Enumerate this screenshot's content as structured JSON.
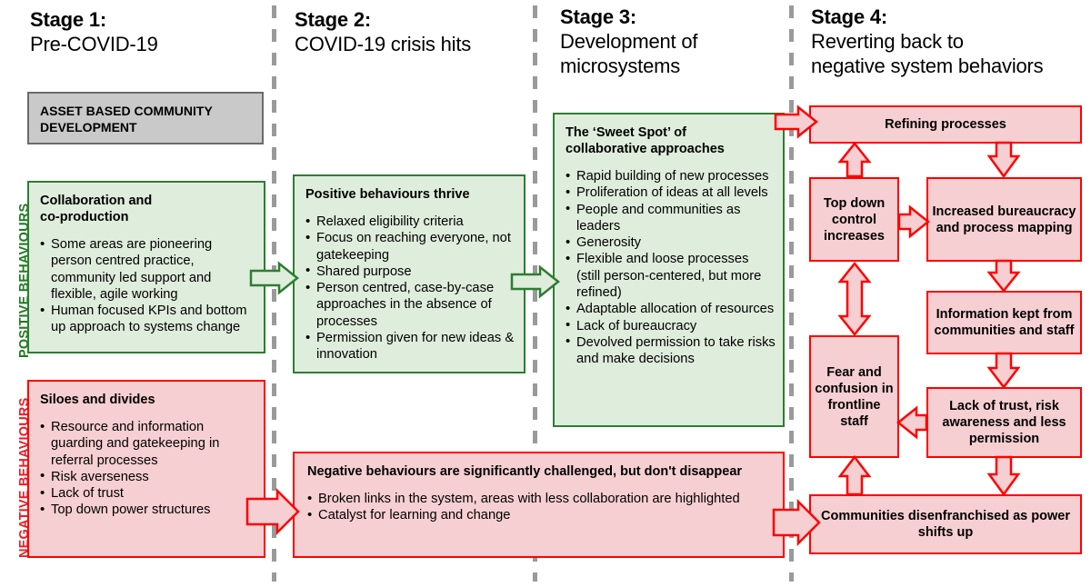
{
  "side_labels": {
    "positive": "POSITIVE BEHAVIOURS",
    "negative": "NEGATIVE BEHAVIOURS",
    "positive_color": "#1e7b1e",
    "negative_color": "#ee1c25"
  },
  "palette": {
    "green_fill": "#dfeddc",
    "green_stroke": "#2e7d32",
    "red_fill": "#f6cfd2",
    "red_stroke": "#ff0000",
    "gray_fill": "#c9c9c9",
    "gray_stroke": "#6b6b6b",
    "divider": "#9a9a9a"
  },
  "stages": [
    {
      "number": "Stage 1:",
      "subtitle": "Pre-COVID-19"
    },
    {
      "number": "Stage 2:",
      "subtitle": "COVID-19 crisis hits"
    },
    {
      "number": "Stage 3:",
      "subtitle_line1": "Development of",
      "subtitle_line2": "microsystems"
    },
    {
      "number": "Stage 4:",
      "subtitle_line1": "Reverting back to",
      "subtitle_line2": "negative system behaviors"
    }
  ],
  "stage1": {
    "asset_box": {
      "line1": "ASSET BASED COMMUNITY",
      "line2": "DEVELOPMENT"
    },
    "positive_box": {
      "title_line1": "Collaboration and",
      "title_line2": "co-production",
      "bullets": [
        "Some areas are pioneering person centred practice, community led support and flexible, agile working",
        "Human focused KPIs and bottom up approach to systems change"
      ]
    },
    "negative_box": {
      "title": "Siloes and divides",
      "bullets": [
        "Resource and information guarding and gatekeeping in referral processes",
        "Risk averseness",
        "Lack of trust",
        "Top down power structures"
      ]
    }
  },
  "stage2": {
    "positive_box": {
      "title": "Positive behaviours thrive",
      "bullets": [
        "Relaxed eligibility criteria",
        "Focus on reaching everyone, not gatekeeping",
        "Shared purpose",
        "Person centred, case-by-case approaches in the absence of processes",
        "Permission given for new ideas & innovation"
      ]
    }
  },
  "stage23": {
    "negative_box": {
      "title": "Negative behaviours are significantly challenged, but don't disappear",
      "bullets": [
        "Broken links in the system, areas with less collaboration are highlighted",
        "Catalyst for learning and change"
      ]
    }
  },
  "stage3": {
    "positive_box": {
      "title_line1": "The ‘Sweet Spot’ of",
      "title_line2": "collaborative approaches",
      "bullets": [
        "Rapid building of new processes",
        "Proliferation of ideas at all levels",
        "People and communities as leaders",
        "Generosity",
        "Flexible and loose processes (still person-centered, but more refined)",
        "Adaptable allocation of resources",
        "Lack of bureaucracy",
        "Devolved permission to take risks and make decisions"
      ]
    }
  },
  "stage4": {
    "cycle": [
      {
        "id": "refining-processes",
        "label": "Refining processes"
      },
      {
        "id": "top-down-control",
        "label": "Top down control increases"
      },
      {
        "id": "increased-bureaucracy",
        "label": "Increased bureaucracy and process mapping"
      },
      {
        "id": "information-kept",
        "label": "Information kept from communities and staff"
      },
      {
        "id": "lack-of-trust",
        "label": "Lack of trust, risk awareness and less permission"
      },
      {
        "id": "fear-and-confusion",
        "label": "Fear and confusion in frontline staff"
      },
      {
        "id": "communities-disenfranchised",
        "label": "Communities disenfranchised as power shifts up"
      }
    ]
  },
  "arrows": [
    {
      "id": "arrow-stage1-to-stage2-positive",
      "color": "#2e7d32",
      "direction": "right"
    },
    {
      "id": "arrow-stage2-to-stage3-positive",
      "color": "#2e7d32",
      "direction": "right"
    },
    {
      "id": "arrow-stage1-to-stage2-negative",
      "color": "#ff0000",
      "direction": "right"
    },
    {
      "id": "arrow-stage3-to-stage4-top",
      "color": "#ff0000",
      "direction": "right"
    },
    {
      "id": "arrow-stage23-to-stage4-bottom",
      "color": "#ff0000",
      "direction": "right"
    },
    {
      "id": "arrow-refining-to-bureaucracy",
      "color": "#ff0000",
      "direction": "down"
    },
    {
      "id": "arrow-bureaucracy-to-information",
      "color": "#ff0000",
      "direction": "down"
    },
    {
      "id": "arrow-information-to-lackoftrust",
      "color": "#ff0000",
      "direction": "down"
    },
    {
      "id": "arrow-lackoftrust-to-fear",
      "color": "#ff0000",
      "direction": "left"
    },
    {
      "id": "arrow-lackoftrust-to-communities",
      "color": "#ff0000",
      "direction": "down"
    },
    {
      "id": "arrow-communities-to-fear",
      "color": "#ff0000",
      "direction": "up"
    },
    {
      "id": "arrow-fear-to-topdown",
      "color": "#ff0000",
      "direction": "up-down"
    },
    {
      "id": "arrow-topdown-to-refining",
      "color": "#ff0000",
      "direction": "up"
    },
    {
      "id": "arrow-topdown-to-bureaucracy",
      "color": "#ff0000",
      "direction": "right"
    }
  ]
}
